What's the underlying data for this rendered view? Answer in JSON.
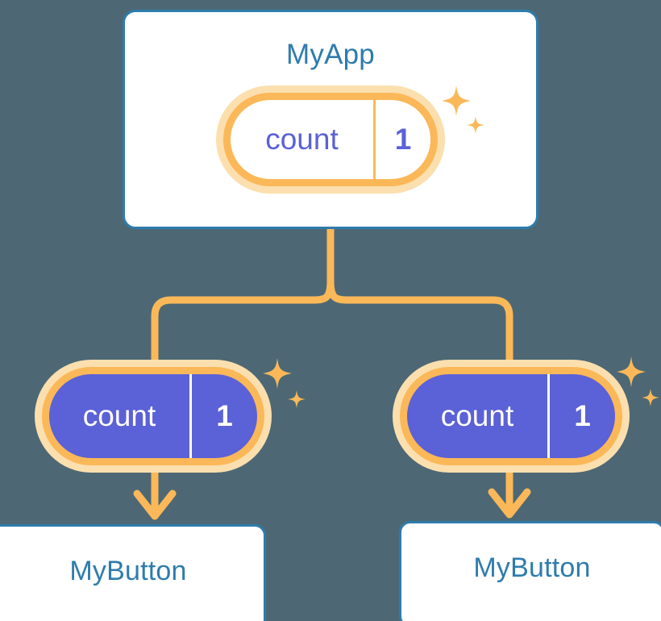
{
  "diagram": {
    "title_text": "MyApp",
    "background_color": "#4d6874",
    "accent_blue": "#2e7cad",
    "accent_orange": "#fbb859",
    "accent_orange_light": "#fbdfae",
    "accent_purple": "#5b61d6",
    "root": {
      "component_label": "MyApp",
      "state": {
        "key": "count",
        "value": "1"
      }
    },
    "children": [
      {
        "component_label": "MyButton",
        "state": {
          "key": "count",
          "value": "1"
        }
      },
      {
        "component_label": "MyButton",
        "state": {
          "key": "count",
          "value": "1"
        }
      }
    ],
    "icons": {
      "sparkle": "sparkle-icon",
      "arrow_down": "arrow-down-icon"
    }
  }
}
